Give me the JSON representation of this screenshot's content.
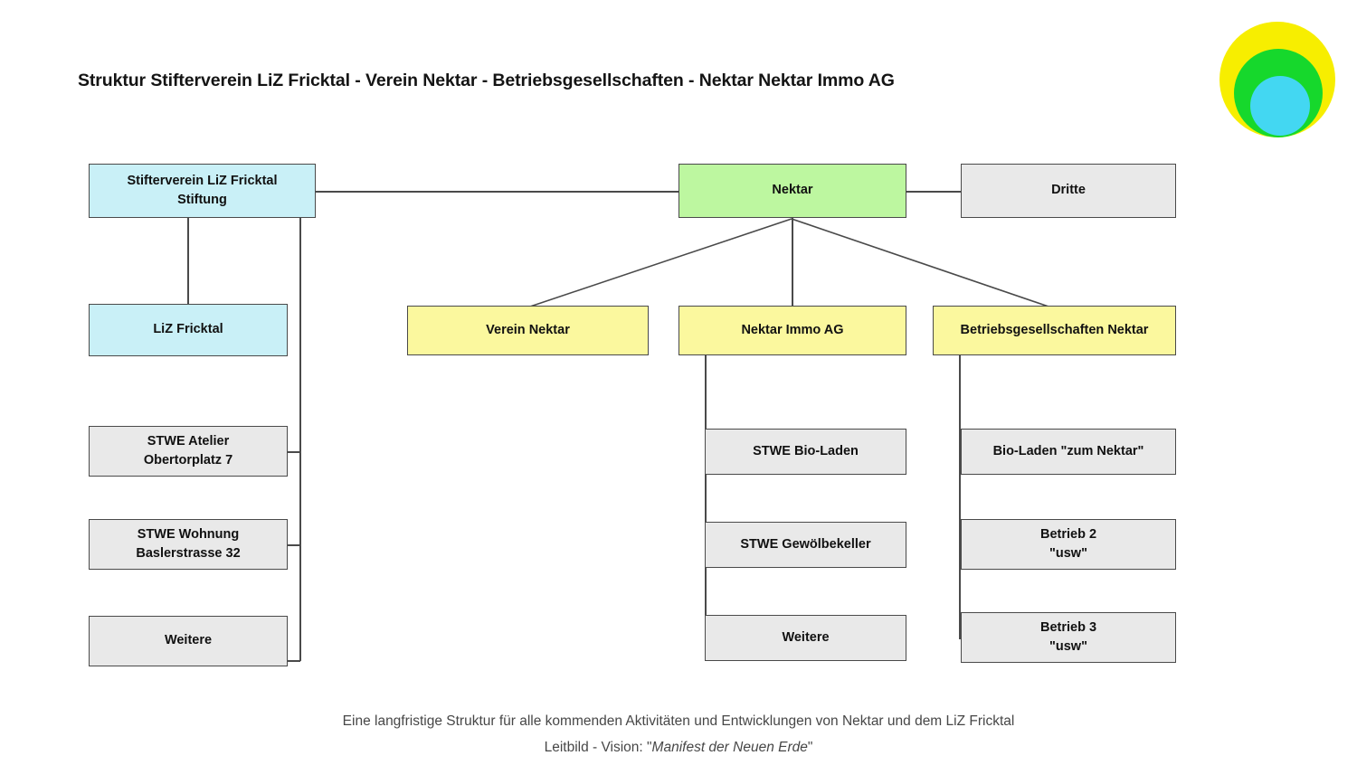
{
  "title": "Struktur Stifterverein LiZ Fricktal - Verein Nektar - Betriebsgesellschaften - Nektar Nektar Immo AG",
  "logo": {
    "name": "nektar-logo",
    "outer_color": "#f7ee00",
    "middle_color": "#16d82c",
    "inner_color": "#43d7f2"
  },
  "colors": {
    "blue": "#c9f0f7",
    "green": "#bdf7a0",
    "yellow": "#fbf89e",
    "gray": "#e9e9e9",
    "border": "#4a4a4a",
    "text": "#111111",
    "footer_text": "#474747"
  },
  "nodes": {
    "stifterverein": {
      "line1": "Stifterverein LiZ Fricktal",
      "line2": "Stiftung",
      "color": "blue"
    },
    "liz_fricktal": {
      "line1": "LiZ Fricktal",
      "line2": "",
      "color": "blue"
    },
    "nektar": {
      "line1": "Nektar",
      "line2": "",
      "color": "green"
    },
    "dritte": {
      "line1": "Dritte",
      "line2": "",
      "color": "gray"
    },
    "verein_nektar": {
      "line1": "Verein Nektar",
      "line2": "",
      "color": "yellow"
    },
    "nektar_immo_ag": {
      "line1": "Nektar Immo AG",
      "line2": "",
      "color": "yellow"
    },
    "betriebsgesellschaften_nektar": {
      "line1": "Betriebsgesellschaften Nektar",
      "line2": "",
      "color": "yellow"
    },
    "stwe_atelier": {
      "line1": "STWE Atelier",
      "line2": "Obertorplatz 7",
      "color": "gray"
    },
    "stwe_wohnung": {
      "line1": "STWE Wohnung",
      "line2": "Baslerstrasse 32",
      "color": "gray"
    },
    "weitere_left": {
      "line1": "Weitere",
      "line2": "",
      "color": "gray"
    },
    "stwe_bio_laden": {
      "line1": "STWE Bio-Laden",
      "line2": "",
      "color": "gray"
    },
    "stwe_gewoelbekeller": {
      "line1": "STWE Gewölbekeller",
      "line2": "",
      "color": "gray"
    },
    "weitere_middle": {
      "line1": "Weitere",
      "line2": "",
      "color": "gray"
    },
    "bio_laden_zum_nektar": {
      "line1": "Bio-Laden \"zum Nektar\"",
      "line2": "",
      "color": "gray"
    },
    "betrieb_2": {
      "line1": "Betrieb 2",
      "line2": "\"usw\"",
      "color": "gray"
    },
    "betrieb_3": {
      "line1": "Betrieb 3",
      "line2": "\"usw\"",
      "color": "gray"
    }
  },
  "footer": {
    "line1": "Eine langfristige Struktur für alle kommenden Aktivitäten und Entwicklungen von Nektar und dem LiZ Fricktal",
    "line2_prefix": "Leitbild - Vision: \"",
    "line2_italic": "Manifest der Neuen Erde",
    "line2_suffix": "\""
  }
}
